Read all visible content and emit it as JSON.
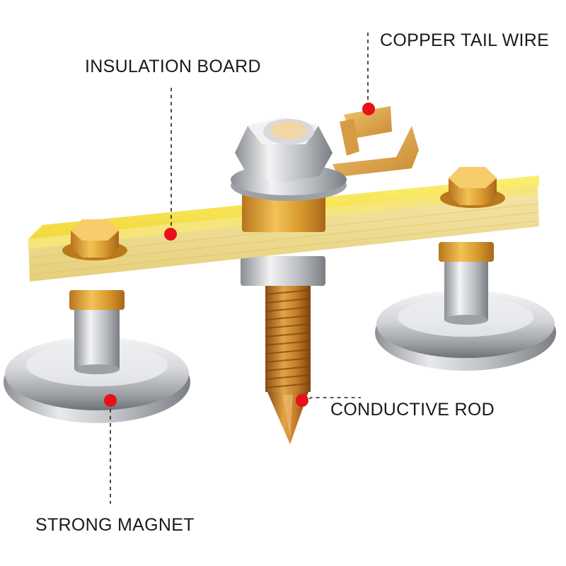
{
  "labels": {
    "insulation_board": "INSULATION BOARD",
    "copper_tail_wire": "COPPER TAIL WIRE",
    "conductive_rod": "CONDUCTIVE ROD",
    "strong_magnet": "STRONG MAGNET"
  },
  "colors": {
    "marker": "#e8101a",
    "board": "#f7e54a",
    "brass": "#d79a2a",
    "steel": "#c9ccd0",
    "leader": "#222222"
  }
}
